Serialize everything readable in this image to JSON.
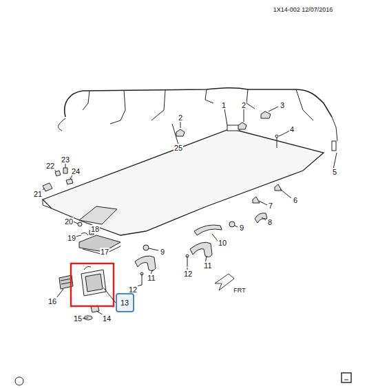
{
  "diagram": {
    "nodes": [
      {
        "text": [
          "13"
        ]
      }
    ],
    "labels": [
      "1X14-002 12/07/2016",
      "25",
      "1",
      "2",
      "2",
      "3",
      "4",
      "5",
      "6",
      "7",
      "8",
      "9",
      "9",
      "10",
      "11",
      "11",
      "12",
      "12",
      "14",
      "15",
      "16",
      "17",
      "18",
      "19",
      "20",
      "21",
      "22",
      "23",
      "24",
      "FRT"
    ]
  }
}
